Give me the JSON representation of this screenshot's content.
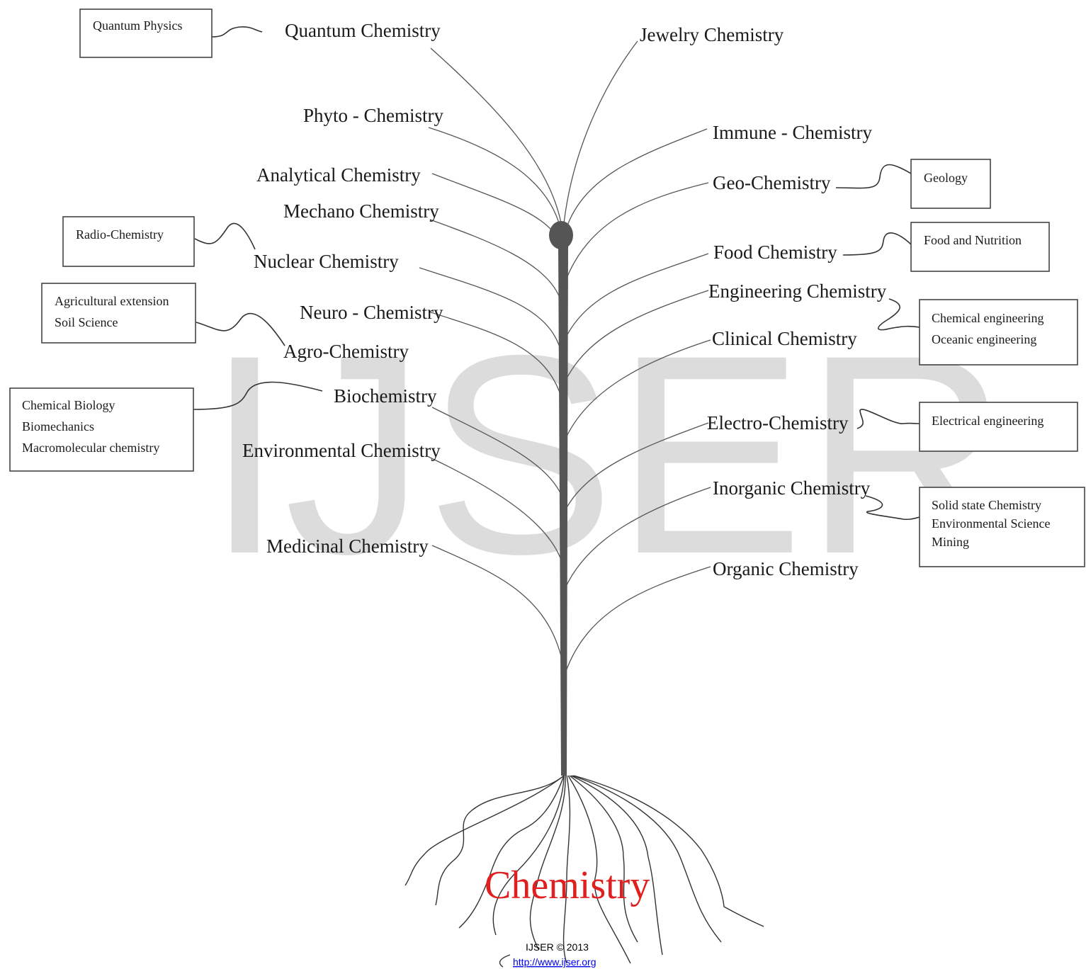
{
  "watermark": "IJSER",
  "title": "Chemistry",
  "left_branches": [
    "Quantum Chemistry",
    "Phyto - Chemistry",
    "Analytical Chemistry",
    "Mechano Chemistry",
    "Nuclear Chemistry",
    "Neuro - Chemistry",
    "Agro-Chemistry",
    "Biochemistry",
    "Environmental Chemistry",
    "Medicinal Chemistry"
  ],
  "right_branches": [
    "Jewelry Chemistry",
    "Immune - Chemistry",
    "Geo-Chemistry",
    "Food Chemistry",
    "Engineering Chemistry",
    "Clinical Chemistry",
    "Electro-Chemistry",
    "Inorganic Chemistry",
    "Organic Chemistry"
  ],
  "boxes": {
    "quantum_physics": [
      "Quantum Physics"
    ],
    "radio_chemistry": [
      "Radio-Chemistry"
    ],
    "agriculture": [
      "Agricultural extension",
      "Soil Science"
    ],
    "biology": [
      "Chemical Biology",
      "Biomechanics",
      "Macromolecular chemistry"
    ],
    "geology": [
      "Geology"
    ],
    "food_nutrition": [
      "Food and Nutrition"
    ],
    "engineering": [
      "Chemical engineering",
      "Oceanic engineering"
    ],
    "electrical": [
      "Electrical engineering"
    ],
    "inorganic_related": [
      "Solid state Chemistry",
      "Environmental Science",
      "Mining"
    ]
  },
  "footer": {
    "copyright": "IJSER © 2013",
    "url": "http://www.ijser.org"
  }
}
